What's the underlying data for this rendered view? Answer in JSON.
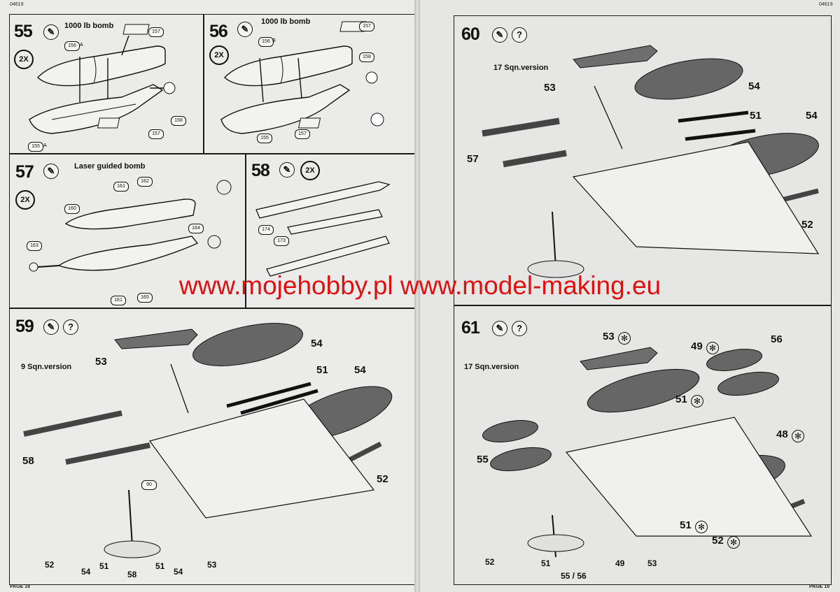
{
  "header": {
    "code_left": "04619",
    "code_right": "04619"
  },
  "footer": {
    "page_left": "PAGE 18",
    "page_right": "PAGE 19"
  },
  "watermark": "www.mojehobby.pl www.model-making.eu",
  "steps": {
    "s55": {
      "number": "55",
      "mult": "2X",
      "title": "1000 lb bomb",
      "parts": [
        "157",
        "156",
        "158",
        "157",
        "155"
      ],
      "suffix": "A"
    },
    "s56": {
      "number": "56",
      "mult": "2X",
      "title": "1000 lb bomb",
      "parts": [
        "157",
        "156",
        "158",
        "157",
        "155"
      ],
      "suffix": "B"
    },
    "s57": {
      "number": "57",
      "mult": "2X",
      "title": "Laser guided bomb",
      "parts": [
        "162",
        "161",
        "160",
        "164",
        "163",
        "161",
        "165"
      ]
    },
    "s58": {
      "number": "58",
      "mult": "2X",
      "parts": [
        "174",
        "173"
      ]
    },
    "s59": {
      "number": "59",
      "version": "9 Sqn.version",
      "parts": {
        "p53": "53",
        "p54a": "54",
        "p51": "51",
        "p54b": "54",
        "p58": "58",
        "p52": "52",
        "p90": "90"
      },
      "bottom": [
        "52",
        "54",
        "51",
        "58",
        "51",
        "54",
        "53"
      ]
    },
    "s60": {
      "number": "60",
      "version": "17 Sqn.version",
      "parts": {
        "p53": "53",
        "p54a": "54",
        "p51": "51",
        "p54b": "54",
        "p57": "57",
        "p52": "52"
      }
    },
    "s61": {
      "number": "61",
      "version": "17 Sqn.version",
      "parts": {
        "p53": "53",
        "p49": "49",
        "p56": "56",
        "p51a": "51",
        "p55": "55",
        "p48": "48",
        "p51b": "51",
        "p52": "52"
      },
      "bottom": [
        "52",
        "51",
        "55 / 56",
        "49",
        "53"
      ]
    }
  },
  "icons": {
    "glue": "glue-icon",
    "question": "?",
    "star": "✻"
  }
}
